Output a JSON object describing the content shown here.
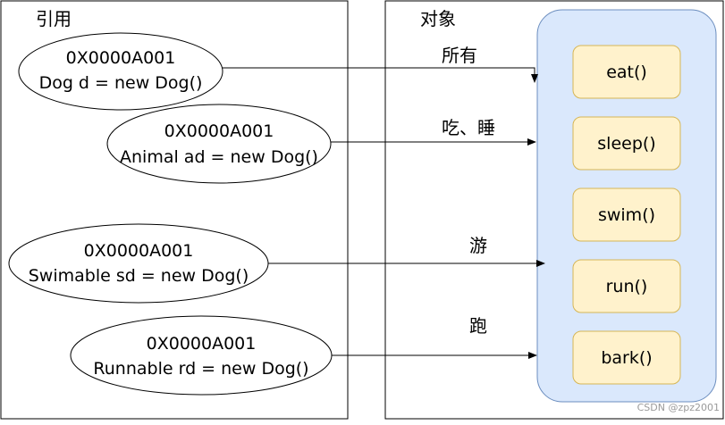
{
  "left_panel": {
    "title": "引用"
  },
  "right_panel": {
    "title": "对象"
  },
  "references": [
    {
      "address": "0X0000A001",
      "code": "Dog d = new Dog()",
      "arrow_label": "所有"
    },
    {
      "address": "0X0000A001",
      "code": "Animal ad = new Dog()",
      "arrow_label": "吃、睡"
    },
    {
      "address": "0X0000A001",
      "code": "Swimable sd = new Dog()",
      "arrow_label": "游"
    },
    {
      "address": "0X0000A001",
      "code": "Runnable rd = new Dog()",
      "arrow_label": "跑"
    }
  ],
  "methods": [
    "eat()",
    "sleep()",
    "swim()",
    "run()",
    "bark()"
  ],
  "watermark": "CSDN @zpz2001",
  "colors": {
    "object_fill": "#dae8fc",
    "object_stroke": "#6c8ebf",
    "method_fill": "#fff2cc",
    "method_stroke": "#d6b656"
  }
}
